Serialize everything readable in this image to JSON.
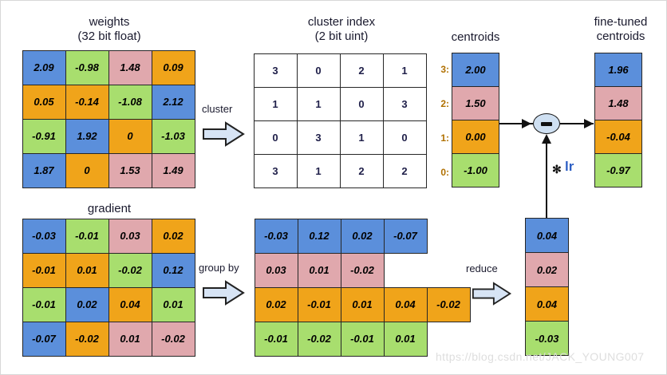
{
  "figure": {
    "watermark": "https://blog.csdn.net/JACK_YOUNG007",
    "colors": {
      "blue": "#5b8fdb",
      "green": "#a8de6e",
      "pink": "#e0a8ad",
      "orange": "#f0a41a",
      "border": "#262626",
      "label_gold": "#b07000",
      "lr_blue": "#2d5fc4"
    }
  },
  "titles": {
    "weights": "weights\n(32 bit float)",
    "cluster_index": "cluster index\n(2 bit uint)",
    "centroids": "centroids",
    "fine_tuned_centroids": "fine-tuned\ncentroids",
    "gradient": "gradient"
  },
  "operations": {
    "cluster": "cluster",
    "group_by": "group by",
    "reduce": "reduce",
    "lr": "lr",
    "lr_star": "✻",
    "minus": "−"
  },
  "weights": {
    "rows": [
      [
        {
          "v": "2.09",
          "c": "blue"
        },
        {
          "v": "-0.98",
          "c": "green"
        },
        {
          "v": "1.48",
          "c": "pink"
        },
        {
          "v": "0.09",
          "c": "orange"
        }
      ],
      [
        {
          "v": "0.05",
          "c": "orange"
        },
        {
          "v": "-0.14",
          "c": "orange"
        },
        {
          "v": "-1.08",
          "c": "green"
        },
        {
          "v": "2.12",
          "c": "blue"
        }
      ],
      [
        {
          "v": "-0.91",
          "c": "green"
        },
        {
          "v": "1.92",
          "c": "blue"
        },
        {
          "v": "0",
          "c": "orange"
        },
        {
          "v": "-1.03",
          "c": "green"
        }
      ],
      [
        {
          "v": "1.87",
          "c": "blue"
        },
        {
          "v": "0",
          "c": "orange"
        },
        {
          "v": "1.53",
          "c": "pink"
        },
        {
          "v": "1.49",
          "c": "pink"
        }
      ]
    ]
  },
  "cluster_index": {
    "rows": [
      [
        {
          "v": "3"
        },
        {
          "v": "0"
        },
        {
          "v": "2"
        },
        {
          "v": "1"
        }
      ],
      [
        {
          "v": "1"
        },
        {
          "v": "1"
        },
        {
          "v": "0"
        },
        {
          "v": "3"
        }
      ],
      [
        {
          "v": "0"
        },
        {
          "v": "3"
        },
        {
          "v": "1"
        },
        {
          "v": "0"
        }
      ],
      [
        {
          "v": "3"
        },
        {
          "v": "1"
        },
        {
          "v": "2"
        },
        {
          "v": "2"
        }
      ]
    ]
  },
  "centroids": {
    "labels": [
      "3:",
      "2:",
      "1:",
      "0:"
    ],
    "cells": [
      {
        "v": "2.00",
        "c": "blue"
      },
      {
        "v": "1.50",
        "c": "pink"
      },
      {
        "v": "0.00",
        "c": "orange"
      },
      {
        "v": "-1.00",
        "c": "green"
      }
    ]
  },
  "fine_tuned_centroids": {
    "cells": [
      {
        "v": "1.96",
        "c": "blue"
      },
      {
        "v": "1.48",
        "c": "pink"
      },
      {
        "v": "-0.04",
        "c": "orange"
      },
      {
        "v": "-0.97",
        "c": "green"
      }
    ]
  },
  "gradient": {
    "rows": [
      [
        {
          "v": "-0.03",
          "c": "blue"
        },
        {
          "v": "-0.01",
          "c": "green"
        },
        {
          "v": "0.03",
          "c": "pink"
        },
        {
          "v": "0.02",
          "c": "orange"
        }
      ],
      [
        {
          "v": "-0.01",
          "c": "orange"
        },
        {
          "v": "0.01",
          "c": "orange"
        },
        {
          "v": "-0.02",
          "c": "green"
        },
        {
          "v": "0.12",
          "c": "blue"
        }
      ],
      [
        {
          "v": "-0.01",
          "c": "green"
        },
        {
          "v": "0.02",
          "c": "blue"
        },
        {
          "v": "0.04",
          "c": "orange"
        },
        {
          "v": "0.01",
          "c": "green"
        }
      ],
      [
        {
          "v": "-0.07",
          "c": "blue"
        },
        {
          "v": "-0.02",
          "c": "orange"
        },
        {
          "v": "0.01",
          "c": "pink"
        },
        {
          "v": "-0.02",
          "c": "pink"
        }
      ]
    ]
  },
  "grouped_gradient": {
    "rows": [
      {
        "c": "blue",
        "values": [
          "-0.03",
          "0.12",
          "0.02",
          "-0.07"
        ]
      },
      {
        "c": "pink",
        "values": [
          "0.03",
          "0.01",
          "-0.02"
        ]
      },
      {
        "c": "orange",
        "values": [
          "0.02",
          "-0.01",
          "0.01",
          "0.04",
          "-0.02"
        ]
      },
      {
        "c": "green",
        "values": [
          "-0.01",
          "-0.02",
          "-0.01",
          "0.01"
        ]
      }
    ]
  },
  "reduced_gradient": {
    "cells": [
      {
        "v": "0.04",
        "c": "blue"
      },
      {
        "v": "0.02",
        "c": "pink"
      },
      {
        "v": "0.04",
        "c": "orange"
      },
      {
        "v": "-0.03",
        "c": "green"
      }
    ]
  }
}
